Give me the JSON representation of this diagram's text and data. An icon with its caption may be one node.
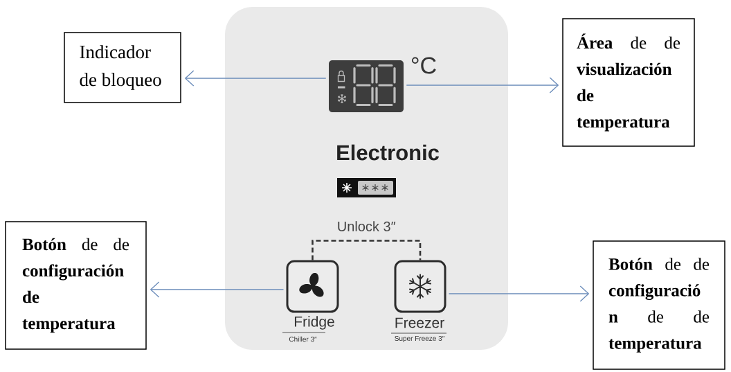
{
  "diagram": {
    "nodes": [
      {
        "text": [
          "Indicador de bloqueo"
        ]
      },
      {
        "text": [],
        "shape": "box"
      },
      {
        "text": [],
        "shape": "box",
        "in": 1,
        "beside": [
          "°C"
        ]
      },
      {
        "text": [
          "**Área** de de **visualización de temperatura**"
        ]
      },
      {
        "text": [
          "**Botón** de de **configuración de temperatura**"
        ]
      },
      {
        "text": [],
        "shape": "box",
        "in": 1,
        "beside": [
          "Fridge",
          "Chiller 3″"
        ]
      },
      {
        "text": [],
        "shape": "box",
        "in": 1,
        "beside": [
          "Freezer",
          "Super Freeze 3″"
        ]
      },
      {
        "text": [
          "**Botón** de de **configuració n** de de **temperatura**"
        ]
      }
    ],
    "edges": [
      {
        "from": 2,
        "to": 0,
        "arrow": "to"
      },
      {
        "from": 2,
        "to": 3,
        "arrow": "to"
      },
      {
        "from": 5,
        "to": 4,
        "arrow": "to"
      },
      {
        "from": 5,
        "to": 6,
        "arrow": "none",
        "label": "Unlock 3″",
        "style": "dashed",
        "color": "#333333"
      },
      {
        "from": 6,
        "to": 7,
        "arrow": "to"
      }
    ],
    "labels": [
      "Electronic"
    ]
  }
}
